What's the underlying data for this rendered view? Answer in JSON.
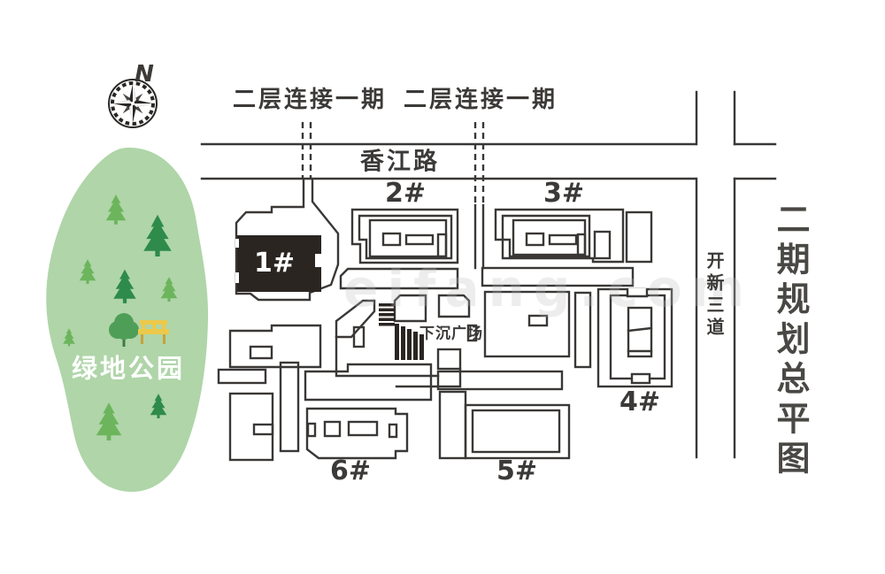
{
  "colors": {
    "line": "#3a3836",
    "dark": "#2b2522",
    "text": "#3c3a38",
    "park": "#afd5a8",
    "tree-light": "#6cb55c",
    "tree-dark": "#2e8b4a",
    "tree-round": "#4f9e58",
    "trunk": "#3f7a46",
    "bench": "#ecc94b",
    "bench-leg": "#c9a13b",
    "watermark": "rgba(190,190,190,0.28)"
  },
  "compass": {
    "north": "N"
  },
  "park": {
    "name": "绿地公园"
  },
  "roads": {
    "horizontal": "香江路",
    "vertical": "开新三道"
  },
  "connectors": {
    "left": "二层连接一期",
    "right": "二层连接一期"
  },
  "buildings": {
    "b1": "1#",
    "b2": "2#",
    "b3": "3#",
    "b4": "4#",
    "b5": "5#",
    "b6": "6#"
  },
  "plaza": {
    "label": "下沉广场"
  },
  "legend": {
    "title": "二期规划总平图"
  },
  "watermark": "eifang.com"
}
